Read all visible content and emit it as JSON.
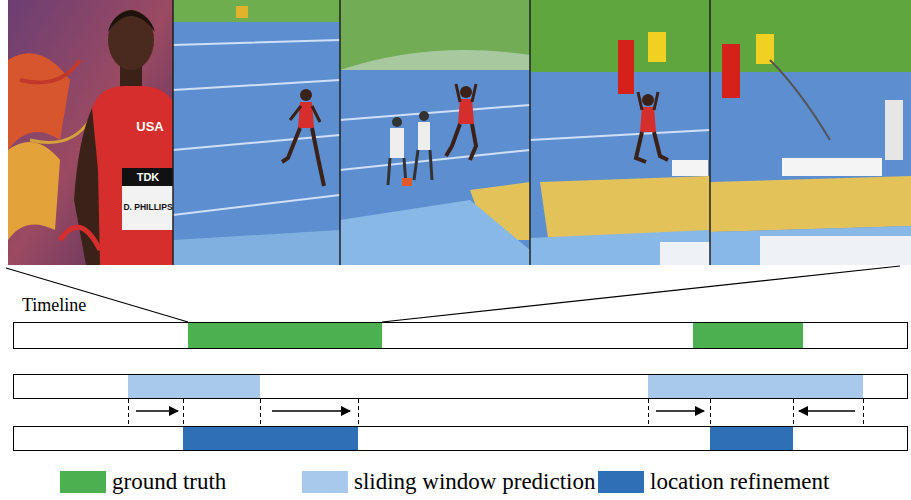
{
  "diagram": {
    "labels": [
      "Timeline",
      "USA",
      "TDK",
      "D. PHILLIPS"
    ],
    "legend": [
      {
        "text": "ground truth",
        "color": "#4caf50"
      },
      {
        "text": "sliding window prediction",
        "color": "#a9c9ec"
      },
      {
        "text": "location refinement",
        "color": "#2e6fb5"
      }
    ]
  }
}
